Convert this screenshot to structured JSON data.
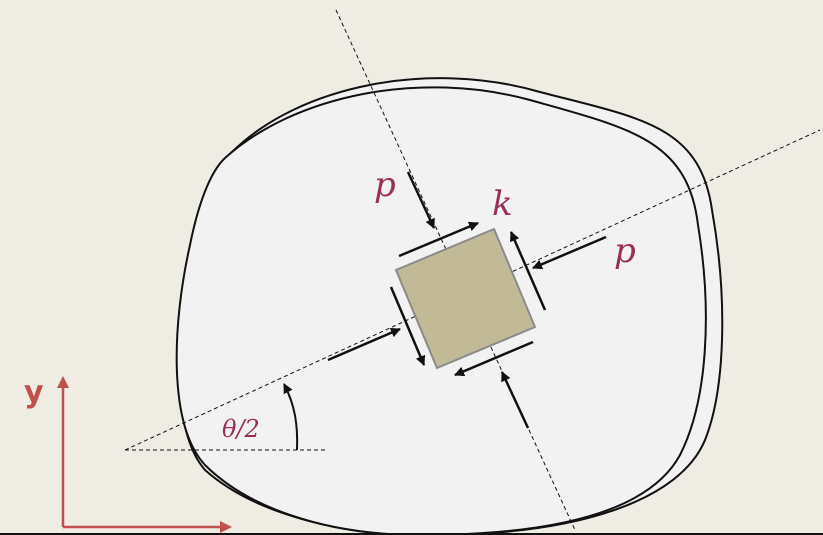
{
  "labels": {
    "pressure_top": "p",
    "pressure_right": "p",
    "element": "k",
    "angle": "θ/2",
    "y_axis": "y"
  },
  "colors": {
    "background": "#efece3",
    "body_fill": "#f2f2f2",
    "outline": "#111111",
    "element_fill": "#c2ba96",
    "element_stroke": "#8a8a8a",
    "math_label": "#9b2f5a",
    "axis": "#c0504d"
  }
}
